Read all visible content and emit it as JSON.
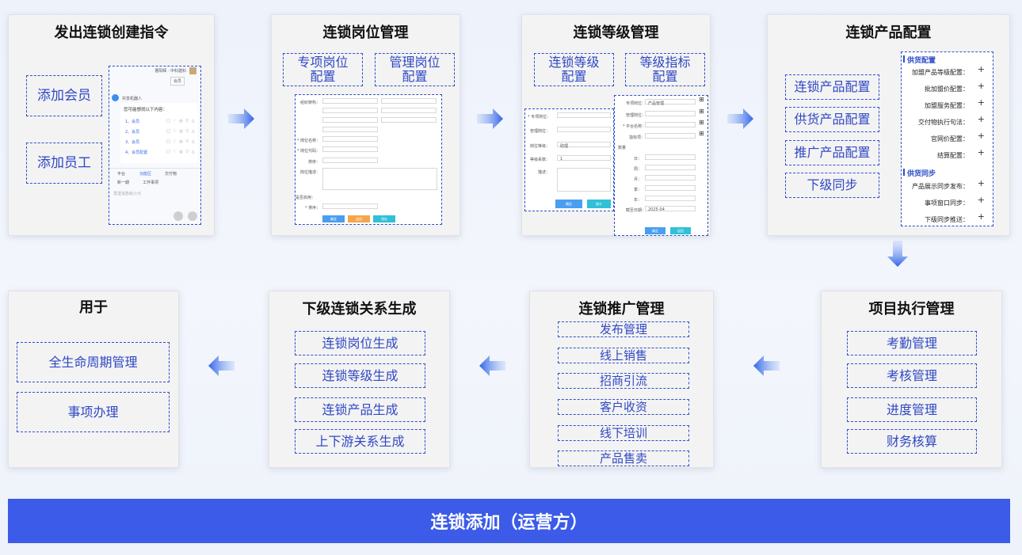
{
  "cards": {
    "c1": {
      "title": "发出连锁创建指令",
      "boxes": [
        "添加会员",
        "添加员工"
      ],
      "chat": {
        "header_name": "曹阳辉 · 中科建科",
        "badge": "会员",
        "bot_name": "共享机器人",
        "prompt": "您可能想找以下内容：",
        "items": [
          "1、会员",
          "2、会员",
          "3、会员",
          "4、会员配置"
        ],
        "tools": [
          "平台",
          "功能区",
          "交付物",
          "新一期",
          "工作事项"
        ],
        "input_placeholder": "发送消息给小元"
      }
    },
    "c2": {
      "title": "连锁岗位管理",
      "boxes": [
        "专项岗位\n配置",
        "管理岗位\n配置"
      ],
      "form_labels": [
        "组织架构：",
        "* 岗位名称：",
        "* 岗位代码：",
        "排序：",
        "岗位描述：",
        "是否启用：",
        "* 排序："
      ],
      "buttons": [
        "确定",
        "返回",
        "保存"
      ]
    },
    "c3": {
      "title": "连锁等级管理",
      "boxes": [
        "连锁等级\n配置",
        "等级指标\n配置"
      ],
      "left_labels": [
        "* 专项岗位：",
        "管理岗位：",
        "岗位等级：",
        "等级系数：",
        "描述："
      ],
      "left_value": "助理",
      "left_value2": "1",
      "left_buttons": [
        "确定",
        "统计"
      ],
      "right_labels": [
        "专项岗位：",
        "管理岗位：",
        "* 平台名称：",
        "指标项："
      ],
      "right_value": "产品管理",
      "right_section": "数量",
      "right_rows": [
        "日：",
        "周：",
        "月：",
        "季：",
        "年："
      ],
      "right_date_label": "截至日期：",
      "right_date": "2025-04",
      "right_buttons": [
        "确定",
        "返回"
      ]
    },
    "c4": {
      "title": "连锁产品配置",
      "boxes": [
        "连锁产品配置",
        "供货产品配置",
        "推广产品配置",
        "下级同步"
      ],
      "sec1": "供货配置",
      "sec1_rows": [
        "加盟产品等级配置：",
        "批加盟价配置：",
        "加盟服务配置：",
        "交付物执行句法：",
        "官网价配置：",
        "结算配置："
      ],
      "sec2": "供货同步",
      "sec2_rows": [
        "产品展示同步发布：",
        "事项窗口同步：",
        "下级同步推送："
      ],
      "plus": "+"
    },
    "c5": {
      "title": "项目执行管理",
      "boxes": [
        "考勤管理",
        "考核管理",
        "进度管理",
        "财务核算"
      ]
    },
    "c6": {
      "title": "连锁推广管理",
      "boxes": [
        "发布管理",
        "线上销售",
        "招商引流",
        "客户收资",
        "线下培训",
        "产品售卖"
      ]
    },
    "c7": {
      "title": "下级连锁关系生成",
      "boxes": [
        "连锁岗位生成",
        "连锁等级生成",
        "连锁产品生成",
        "上下游关系生成"
      ]
    },
    "c8": {
      "title": "用于",
      "boxes": [
        "全生命周期管理",
        "事项办理"
      ]
    }
  },
  "footer": "连锁添加（运营方）",
  "colors": {
    "accent": "#3b5be8",
    "dashed": "#2f4fc8",
    "card_bg": "#f3f3f3",
    "arrow": "#3a6fe8"
  }
}
